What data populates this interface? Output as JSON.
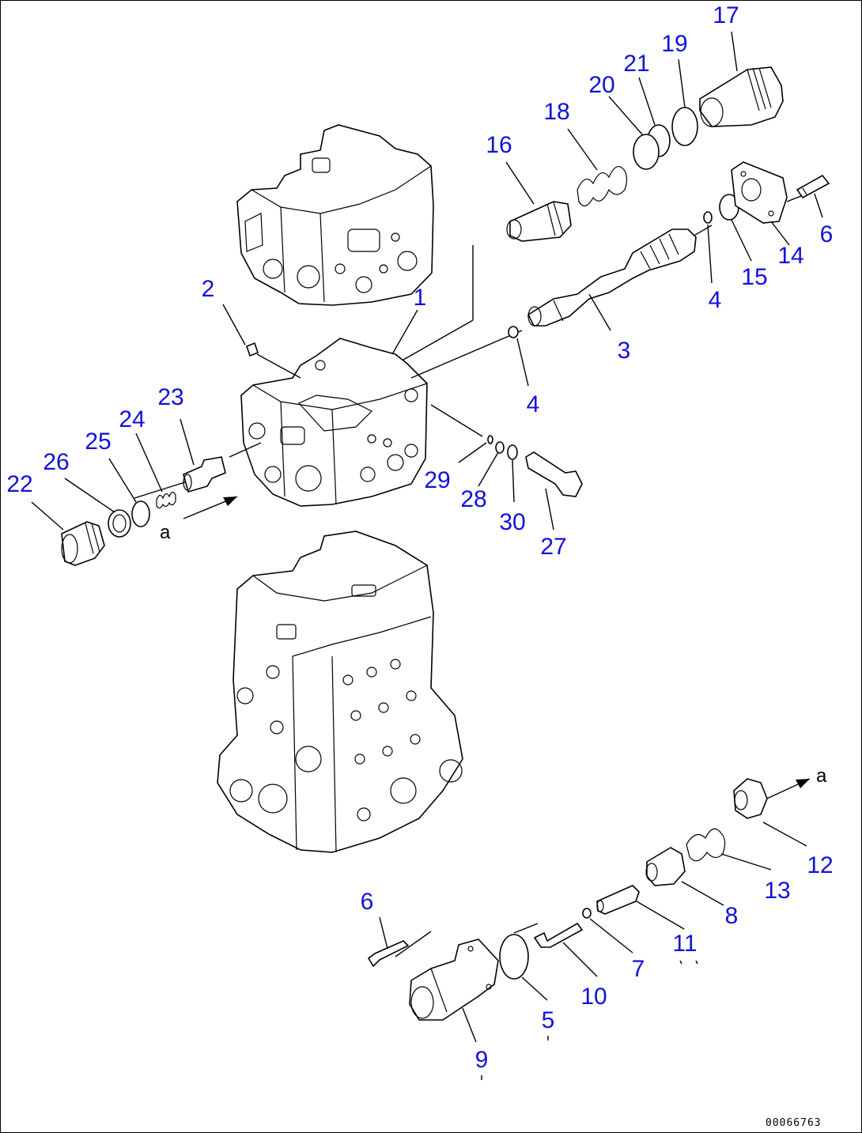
{
  "labels": {
    "l1": "1",
    "l2": "2",
    "l3": "3",
    "l4a": "4",
    "l4b": "4",
    "l5": "5",
    "l6a": "6",
    "l6b": "6",
    "l7": "7",
    "l8": "8",
    "l9": "9",
    "l10": "10",
    "l11": "11",
    "l12": "12",
    "l13": "13",
    "l14": "14",
    "l15": "15",
    "l16": "16",
    "l17": "17",
    "l18": "18",
    "l19": "19",
    "l20": "20",
    "l21": "21",
    "l22": "22",
    "l23": "23",
    "l24": "24",
    "l25": "25",
    "l26": "26",
    "l27": "27",
    "l28": "28",
    "l29": "29",
    "l30": "30"
  },
  "arrow_labels": {
    "a_left": "a",
    "a_right": "a"
  },
  "doc_number": "00066763",
  "colors": {
    "label": "#1111dd",
    "line": "#000000",
    "background": "#ffffff"
  }
}
